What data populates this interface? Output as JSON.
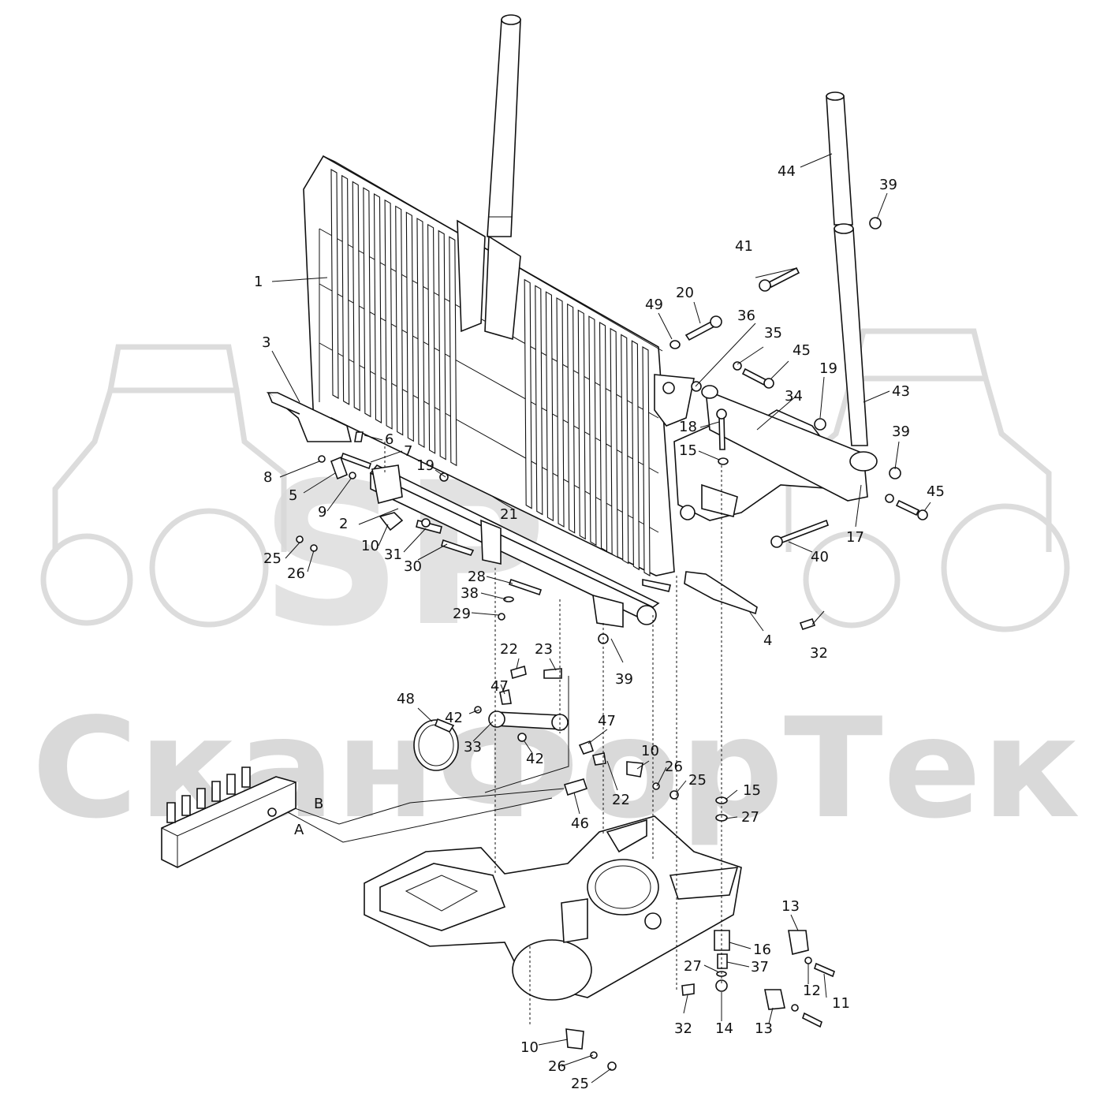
{
  "watermark": {
    "logo_letters": "SP",
    "brand_text": "СканФорТек",
    "color": "#d9d9d9"
  },
  "callouts": [
    "1",
    "2",
    "3",
    "4",
    "5",
    "6",
    "7",
    "8",
    "9",
    "10",
    "10",
    "10",
    "11",
    "12",
    "13",
    "13",
    "14",
    "15",
    "15",
    "16",
    "17",
    "18",
    "19",
    "19",
    "20",
    "21",
    "22",
    "22",
    "23",
    "25",
    "25",
    "25",
    "26",
    "26",
    "26",
    "27",
    "27",
    "28",
    "29",
    "30",
    "31",
    "32",
    "32",
    "33",
    "34",
    "35",
    "36",
    "37",
    "38",
    "39",
    "39",
    "39",
    "40",
    "41",
    "42",
    "42",
    "43",
    "44",
    "45",
    "45",
    "46",
    "47",
    "47",
    "48",
    "49"
  ],
  "port_labels": {
    "a": "A",
    "b": "B"
  },
  "line_color": "#111111"
}
